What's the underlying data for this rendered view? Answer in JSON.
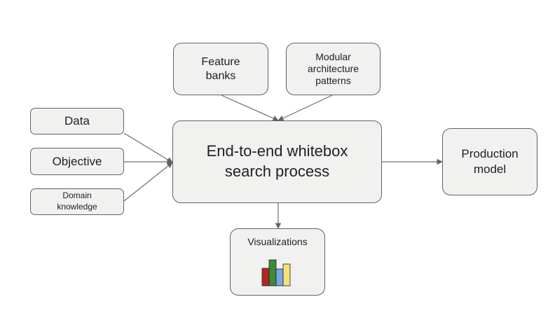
{
  "diagram": {
    "nodes": {
      "data": {
        "label": "Data"
      },
      "objective": {
        "label": "Objective"
      },
      "domain_knowledge": {
        "label": "Domain\nknowledge"
      },
      "feature_banks": {
        "label": "Feature\nbanks"
      },
      "modular_patterns": {
        "label": "Modular\narchitecture\npatterns"
      },
      "search_process": {
        "label": "End-to-end whitebox\nsearch process"
      },
      "production_model": {
        "label": "Production\nmodel"
      },
      "visualizations": {
        "label": "Visualizations"
      }
    },
    "edges": [
      {
        "from": "data",
        "to": "search_process"
      },
      {
        "from": "objective",
        "to": "search_process"
      },
      {
        "from": "domain_knowledge",
        "to": "search_process"
      },
      {
        "from": "feature_banks",
        "to": "search_process"
      },
      {
        "from": "modular_patterns",
        "to": "search_process"
      },
      {
        "from": "search_process",
        "to": "production_model"
      },
      {
        "from": "search_process",
        "to": "visualizations"
      }
    ],
    "viz_icon": {
      "name": "bar-chart-icon",
      "colors": [
        "#b3261e",
        "#3c8a3a",
        "#7aa5e8",
        "#f4e17a"
      ]
    },
    "colors": {
      "box_fill": "#f1f1ef",
      "box_border": "#5f6368",
      "arrow": "#5f6368"
    }
  }
}
